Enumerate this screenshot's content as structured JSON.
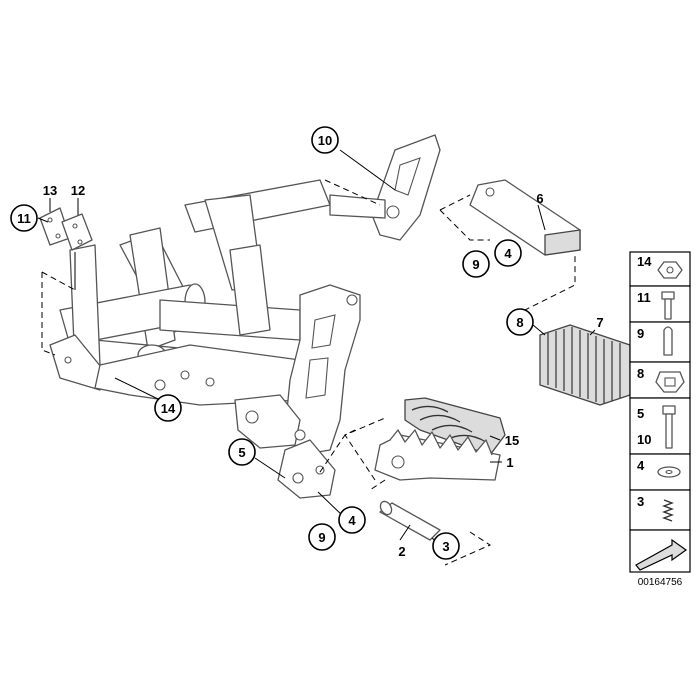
{
  "diagram": {
    "labels": {
      "p1": "1",
      "p2": "2",
      "p3": "3",
      "p4a": "4",
      "p4b": "4",
      "p5": "5",
      "p6": "6",
      "p7": "7",
      "p8": "8",
      "p9a": "9",
      "p9b": "9",
      "p10": "10",
      "p11": "11",
      "p12": "12",
      "p13": "13",
      "p14": "14",
      "p15": "15"
    },
    "legend": {
      "rows": [
        "14",
        "11",
        "9",
        "8",
        "5",
        "10",
        "4",
        "3"
      ]
    },
    "reference": "00164756"
  }
}
